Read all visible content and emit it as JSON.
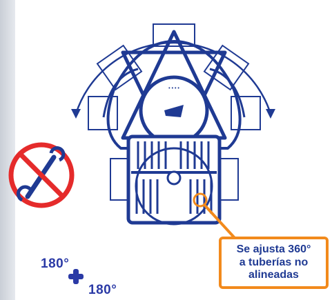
{
  "callout": {
    "line1": "Se ajusta 360°",
    "line2": "a tuberías no",
    "line3": "alineadas"
  },
  "angles": {
    "first": "180°",
    "second": "180°",
    "plus_symbol": "plus-icon"
  },
  "icons": {
    "no_tools": "no-tools-icon",
    "rotation_arrow": "rotation-arc-icon",
    "grip_outline": "grip-outline-icon"
  },
  "colors": {
    "primary_blue": "#1f3a93",
    "accent_orange": "#f28a1c",
    "prohibit_red": "#e52b2b"
  }
}
